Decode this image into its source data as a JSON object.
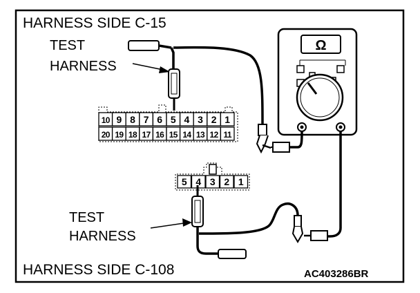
{
  "labels": {
    "top_title": "HARNESS SIDE C-15",
    "bottom_title": "HARNESS SIDE C-108",
    "test_harness_top_line1": "TEST",
    "test_harness_top_line2": "HARNESS",
    "test_harness_bottom_line1": "TEST",
    "test_harness_bottom_line2": "HARNESS",
    "figure_id": "AC403286BR"
  },
  "meter": {
    "symbol": "Ω"
  },
  "connector_c15": {
    "top_row": [
      "10",
      "9",
      "8",
      "7",
      "6",
      "5",
      "4",
      "3",
      "2",
      "1"
    ],
    "bottom_row": [
      "20",
      "19",
      "18",
      "17",
      "16",
      "15",
      "14",
      "13",
      "12",
      "11"
    ]
  },
  "connector_c108": {
    "pins": [
      "5",
      "4",
      "3",
      "2",
      "1"
    ]
  }
}
